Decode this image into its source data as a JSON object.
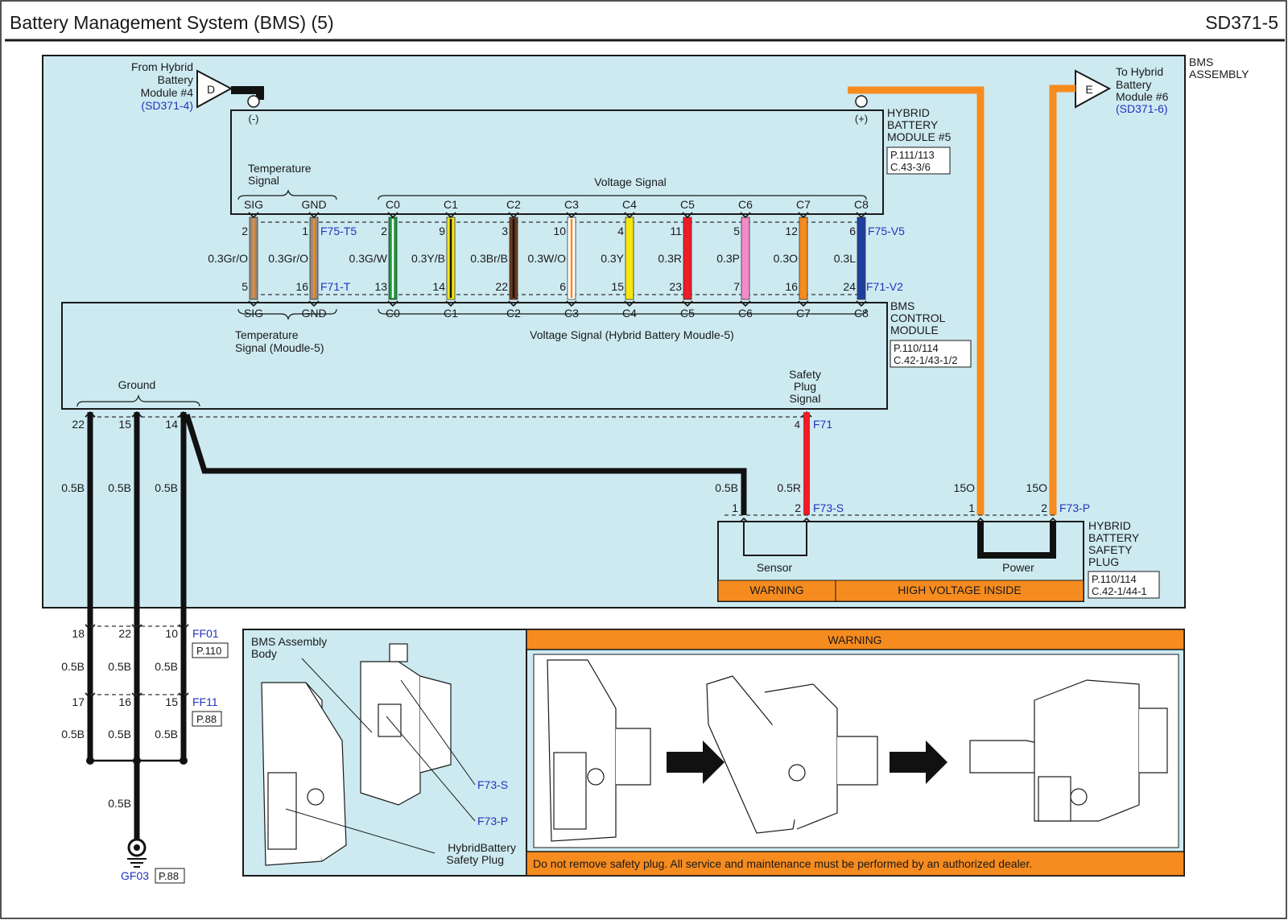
{
  "header": {
    "title": "Battery Management System (BMS) (5)",
    "code": "SD371-5"
  },
  "colors": {
    "panel": "#cdeaf1",
    "orange": "#f68b1f",
    "red": "#ee1c25",
    "black": "#111111",
    "blue": "#2233bb"
  },
  "bms_assembly_label": [
    "BMS",
    "ASSEMBLY"
  ],
  "from_connector": {
    "letter": "D",
    "lines": [
      "From Hybrid",
      "Battery",
      "Module #4"
    ],
    "ref": "(SD371-4)"
  },
  "to_connector": {
    "letter": "E",
    "lines": [
      "To Hybrid",
      "Battery",
      "Module #6"
    ],
    "ref": "(SD371-6)"
  },
  "module": {
    "neg": "(-)",
    "pos": "(+)",
    "name_lines": [
      "HYBRID",
      "BATTERY",
      "MODULE #5"
    ],
    "ref_lines": [
      "P.111/113",
      "C.43-3/6"
    ],
    "temp_signal_lines": [
      "Temperature",
      "Signal"
    ],
    "voltage_signal": "Voltage Signal"
  },
  "temp_pins": [
    {
      "label": "SIG",
      "top_pin": "2",
      "wire": "0.3Gr/O",
      "bottom_pin": "5"
    },
    {
      "label": "GND",
      "top_pin": "1",
      "wire": "0.3Gr/O",
      "bottom_pin": "16"
    }
  ],
  "voltage_pins": [
    {
      "label": "C0",
      "top_pin": "2",
      "wire": "0.3G/W",
      "bottom_pin": "13"
    },
    {
      "label": "C1",
      "top_pin": "9",
      "wire": "0.3Y/B",
      "bottom_pin": "14"
    },
    {
      "label": "C2",
      "top_pin": "3",
      "wire": "0.3Br/B",
      "bottom_pin": "22"
    },
    {
      "label": "C3",
      "top_pin": "10",
      "wire": "0.3W/O",
      "bottom_pin": "6"
    },
    {
      "label": "C4",
      "top_pin": "4",
      "wire": "0.3Y",
      "bottom_pin": "15"
    },
    {
      "label": "C5",
      "top_pin": "11",
      "wire": "0.3R",
      "bottom_pin": "23"
    },
    {
      "label": "C6",
      "top_pin": "5",
      "wire": "0.3P",
      "bottom_pin": "7"
    },
    {
      "label": "C7",
      "top_pin": "12",
      "wire": "0.3O",
      "bottom_pin": "16"
    },
    {
      "label": "C8",
      "top_pin": "6",
      "wire": "0.3L",
      "bottom_pin": "24"
    }
  ],
  "connectors": {
    "f75_t5": "F75-T5",
    "f75_v5": "F75-V5",
    "f71_t": "F71-T",
    "f71_v2": "F71-V2",
    "f71": "F71",
    "f73_s": "F73-S",
    "f73_p": "F73-P",
    "ff01": "FF01",
    "ff01_ref": "P.110",
    "ff11": "FF11",
    "ff11_ref": "P.88",
    "gf03": "GF03",
    "gf03_ref": "P.88"
  },
  "control_module": {
    "name_lines": [
      "BMS",
      "CONTROL",
      "MODULE"
    ],
    "ref_lines": [
      "P.110/114",
      "C.42-1/43-1/2"
    ],
    "temp_lines": [
      "Temperature",
      "Signal (Moudle-5)"
    ],
    "voltage_label": "Voltage Signal (Hybrid Battery Moudle-5)",
    "ground": "Ground",
    "safety_lines": [
      "Safety",
      "Plug",
      "Signal"
    ]
  },
  "ground_pins": [
    {
      "pin": "22",
      "wire": "0.5B"
    },
    {
      "pin": "15",
      "wire": "0.5B"
    },
    {
      "pin": "14",
      "wire": "0.5B"
    }
  ],
  "safety_signal": {
    "pin": "4"
  },
  "safety_plug": {
    "name_lines": [
      "HYBRID",
      "BATTERY",
      "SAFETY",
      "PLUG"
    ],
    "ref_lines": [
      "P.110/114",
      "C.42-1/44-1"
    ],
    "sensor": "Sensor",
    "power": "Power",
    "warning": "WARNING",
    "high_voltage": "HIGH VOLTAGE INSIDE",
    "pins": [
      {
        "wire": "0.5B",
        "pin": "1"
      },
      {
        "wire": "0.5R",
        "pin": "2"
      },
      {
        "wire": "15O",
        "pin": "1"
      },
      {
        "wire": "15O",
        "pin": "2"
      }
    ]
  },
  "ff01_pins": [
    "18",
    "22",
    "10"
  ],
  "ff11_pins": [
    "17",
    "16",
    "15"
  ],
  "lower_wires": [
    "0.5B",
    "0.5B",
    "0.5B",
    "0.5B",
    "0.5B",
    "0.5B",
    "0.5B"
  ],
  "illustration": {
    "assembly_lines": [
      "BMS Assembly",
      "Body"
    ],
    "f73_s": "F73-S",
    "f73_p": "F73-P",
    "plug_lines": [
      "HybridBattery",
      "Safety Plug"
    ],
    "warning_title": "WARNING",
    "warning_text": "Do not remove safety plug. All service and maintenance must be performed by an authorized dealer."
  }
}
